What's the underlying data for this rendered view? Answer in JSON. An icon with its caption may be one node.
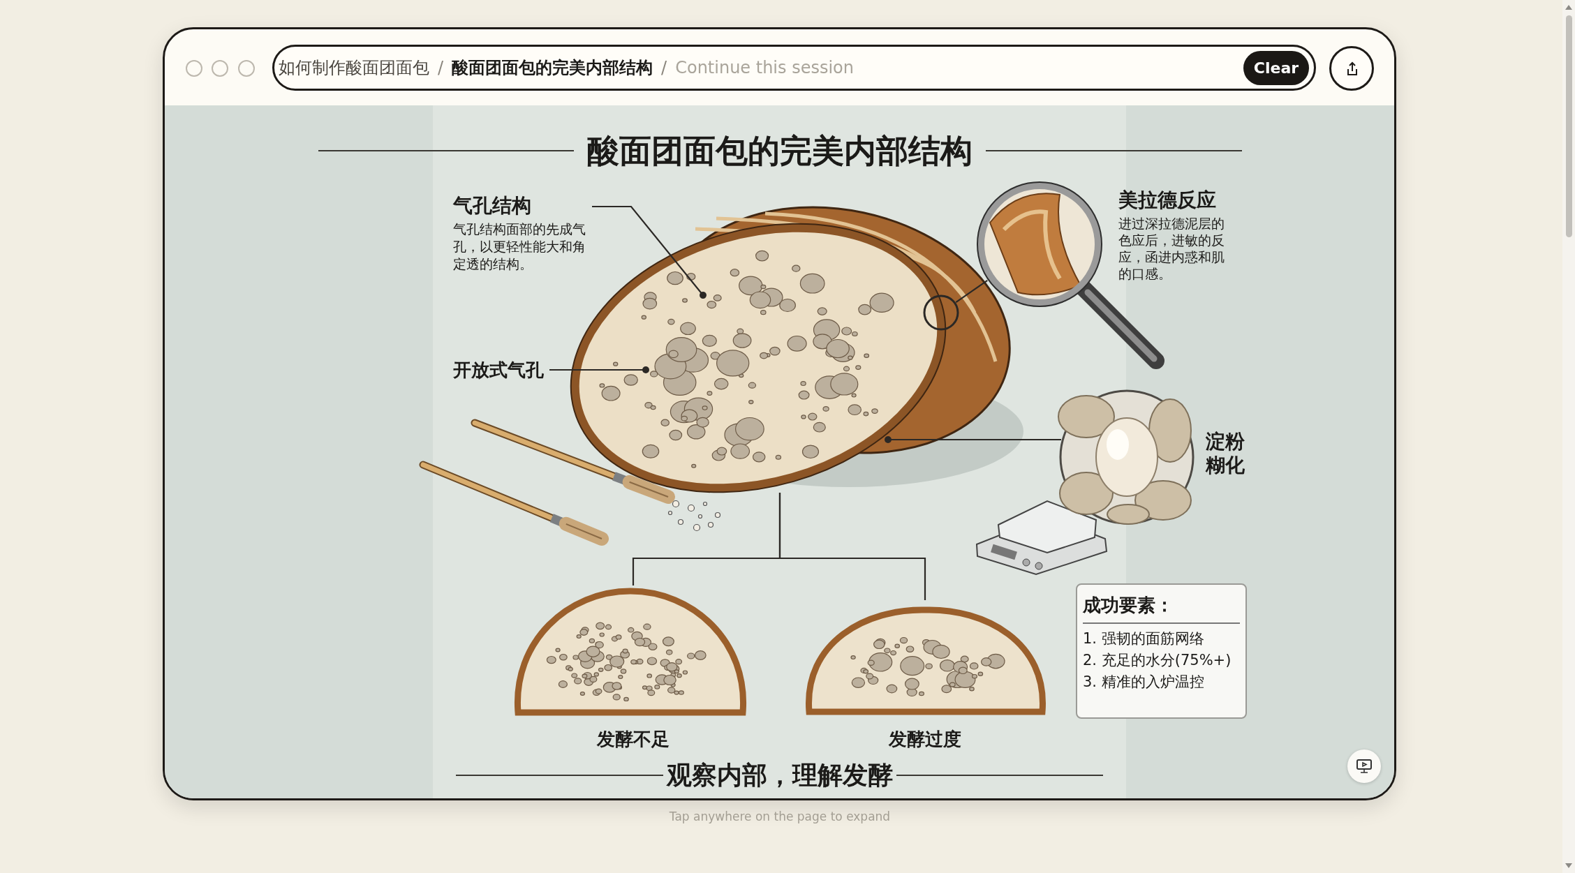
{
  "diagram": {
    "title": "酸面团面包的完美内部结构",
    "caption": "观察内部，理解发酵",
    "nodes": [
      {
        "text": [],
        "shape": "picture"
      },
      {
        "text": [
          "气孔结构",
          "气孔结构面部的先成气孔，以更轻性能大和角定透的结构。"
        ]
      },
      {
        "text": [
          "开放式气孔"
        ]
      },
      {
        "text": [],
        "shape": "circle"
      },
      {
        "text": [],
        "shape": "picture",
        "beside": [
          "美拉德反应",
          "进过深拉德泥层的色应后，进敏的反应，函进内惑和肌的口感。"
        ]
      },
      {
        "text": [],
        "shape": "picture",
        "beside": [
          "淀粉糊化"
        ]
      },
      {
        "text": [],
        "shape": "picture",
        "beside": [
          "发酵不足"
        ]
      },
      {
        "text": [],
        "shape": "picture",
        "beside": [
          "发酵过度"
        ]
      },
      {
        "text": [
          "成功要素：",
          "1. 强韧的面筋网络",
          "2. 充足的水分(75%+)",
          "3. 精准的入炉温控"
        ]
      }
    ],
    "edges": [
      {
        "from": 1,
        "to": 0,
        "arrow": "other"
      },
      {
        "from": 2,
        "to": 0,
        "arrow": "other"
      },
      {
        "from": 3,
        "to": 4,
        "arrow": "none"
      },
      {
        "from": 5,
        "to": 0,
        "arrow": "other"
      },
      {
        "from": 0,
        "to": 6,
        "arrow": "none"
      },
      {
        "from": 0,
        "to": 7,
        "arrow": "none"
      }
    ],
    "labels": [
      "如何制作酸面团面包",
      "/",
      "酸面团面包的完美内部结构",
      "/",
      "Continue this session",
      "Clear",
      "Tap anywhere on the page to expand"
    ]
  }
}
